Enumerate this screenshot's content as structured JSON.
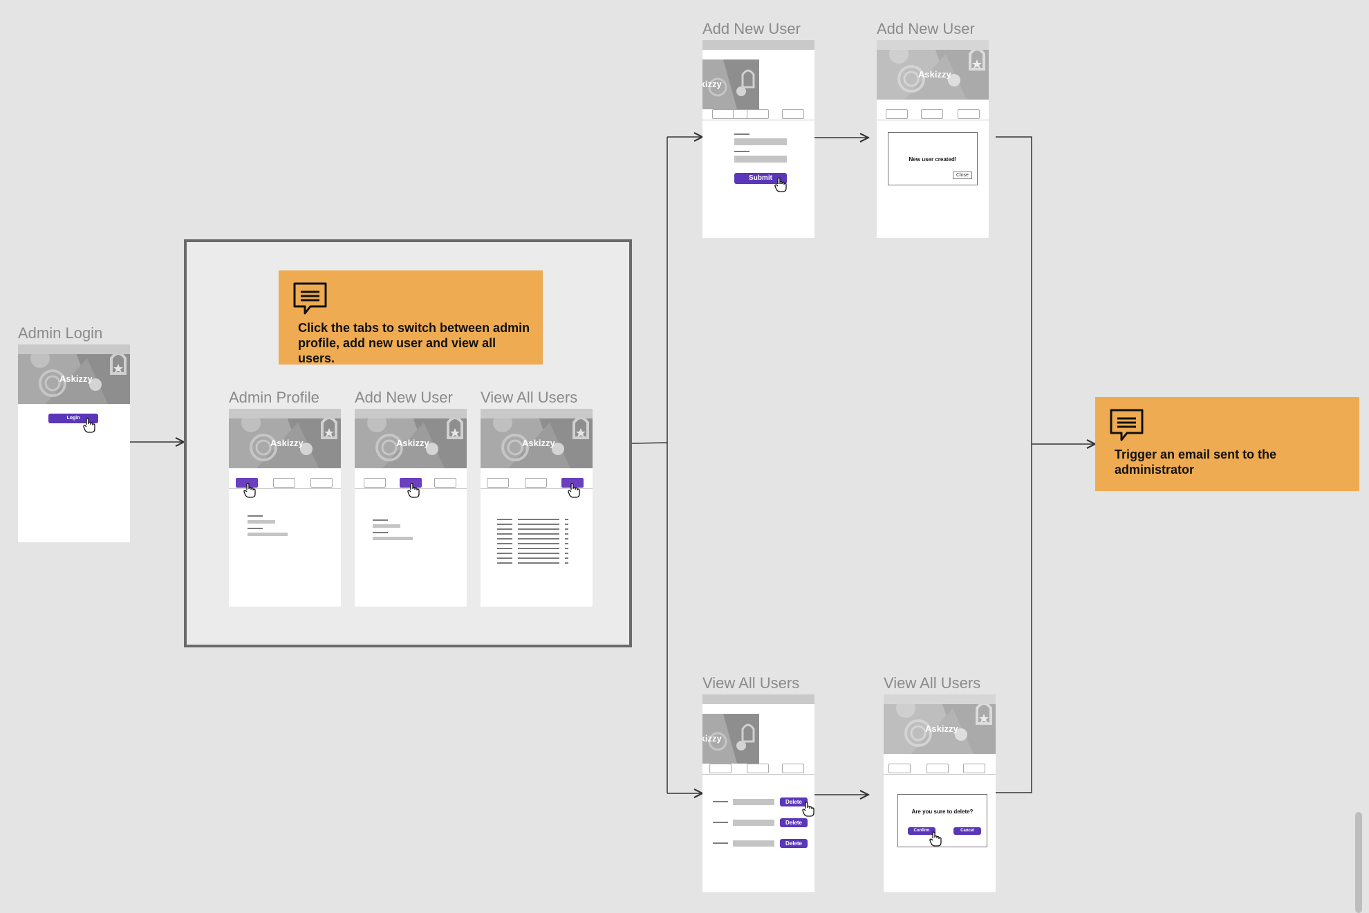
{
  "colors": {
    "canvas": "#e4e4e4",
    "note": "#eeab52",
    "accent": "#5a36b8",
    "frame_title": "#8a8a8a",
    "connector": "#333333"
  },
  "frames": {
    "admin_login": {
      "title": "Admin Login",
      "brand": "Askizzy",
      "login_label": "Login"
    },
    "admin_profile": {
      "title": "Admin Profile",
      "brand": "Askizzy"
    },
    "add_new_user_tab": {
      "title": "Add New User",
      "brand": "Askizzy"
    },
    "view_all_users_tab": {
      "title": "View All Users",
      "brand": "Askizzy"
    },
    "add_new_user_form": {
      "title": "Add New User",
      "brand": "Askizzy",
      "submit_label": "Submit"
    },
    "add_new_user_done": {
      "title": "Add New User",
      "brand": "Askizzy",
      "dialog_message": "New user created!",
      "close_label": "Close"
    },
    "view_all_users_list": {
      "title": "View All Users",
      "brand": "Askizzy",
      "delete_label": "Delete"
    },
    "view_all_users_confirm": {
      "title": "View All Users",
      "brand": "Askizzy",
      "dialog_message": "Are you sure to delete?",
      "confirm_label": "Confirm",
      "cancel_label": "Cancel"
    }
  },
  "notes": {
    "tabs_note": "Click the tabs to switch between admin profile, add new user and view all users.",
    "email_note": "Trigger an email sent to the administrator"
  },
  "icons": {
    "note_icon": "comment-icon",
    "cursor_icon": "hand-pointer-icon"
  }
}
